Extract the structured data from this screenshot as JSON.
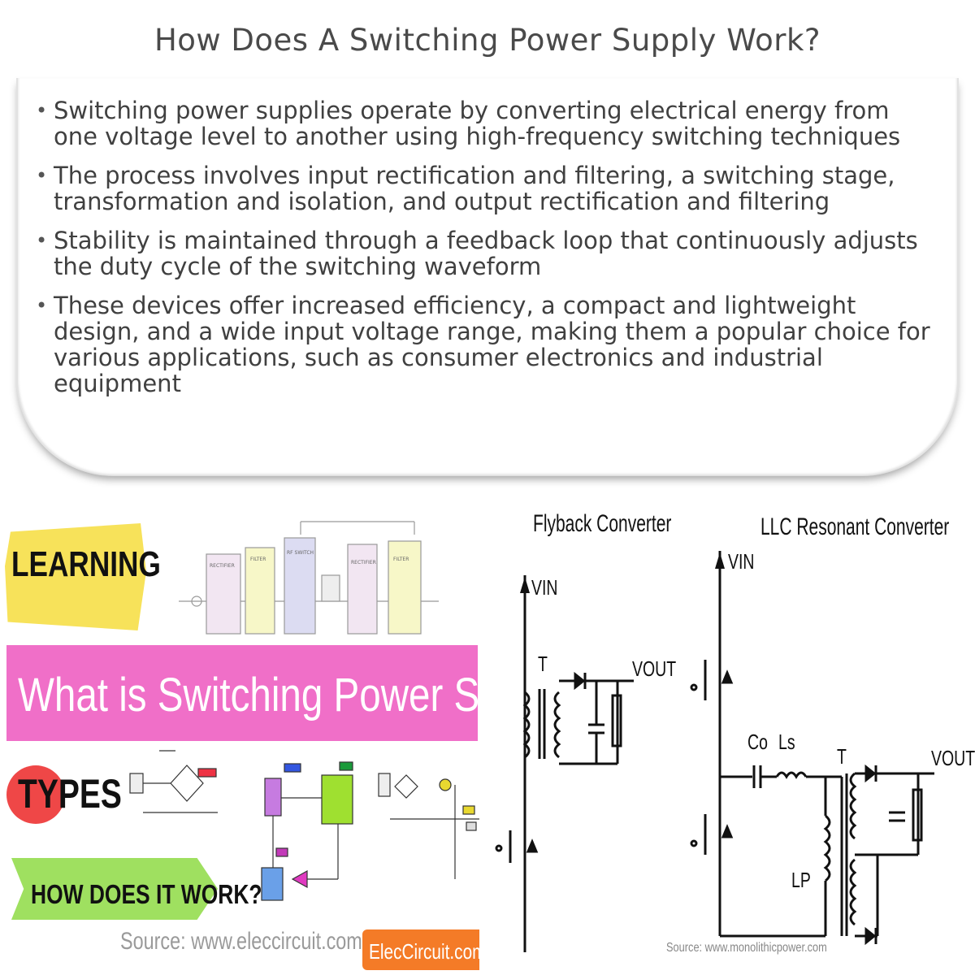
{
  "title": "How Does A Switching Power Supply Work?",
  "bullets": [
    "Switching power supplies operate by converting electrical energy from one voltage level to another using high-frequency switching techniques",
    "The process involves input rectification and filtering, a switching stage, transformation and isolation, and output rectification and filtering",
    "Stability is maintained through a feedback loop that continuously adjusts the duty cycle of the switching waveform",
    "These devices offer increased efficiency, a compact and lightweight design, and a wide input voltage range, making them a popular choice for various applications, such as consumer electronics and industrial equipment"
  ],
  "bullet_marker": "•",
  "left_figure": {
    "learning_label": "LEARNING",
    "banner_text": "What is Switching Power Supply?",
    "types_label": "TYPES",
    "how_label": "HOW DOES IT WORK?",
    "source": "Source: www.eleccircuit.com",
    "brand": "ElecCircuit.com",
    "block_labels": [
      "RECTIFIER",
      "FILTER",
      "RF SWITCH",
      "RECTIFIER",
      "FILTER"
    ],
    "colors": {
      "learning": "#f7e25a",
      "banner": "#f06fc8",
      "types": "#ef4747",
      "how": "#9fe060",
      "brand": "#f47b27"
    }
  },
  "right_figure": {
    "flyback_title": "Flyback Converter",
    "llc_title": "LLC Resonant Converter",
    "vin_label": "VIN",
    "vout_label": "VOUT",
    "transformer_label": "T",
    "co_label": "Co",
    "ls_label": "Ls",
    "lp_label": "LP",
    "source": "Source: www.monolithicpower.com"
  }
}
